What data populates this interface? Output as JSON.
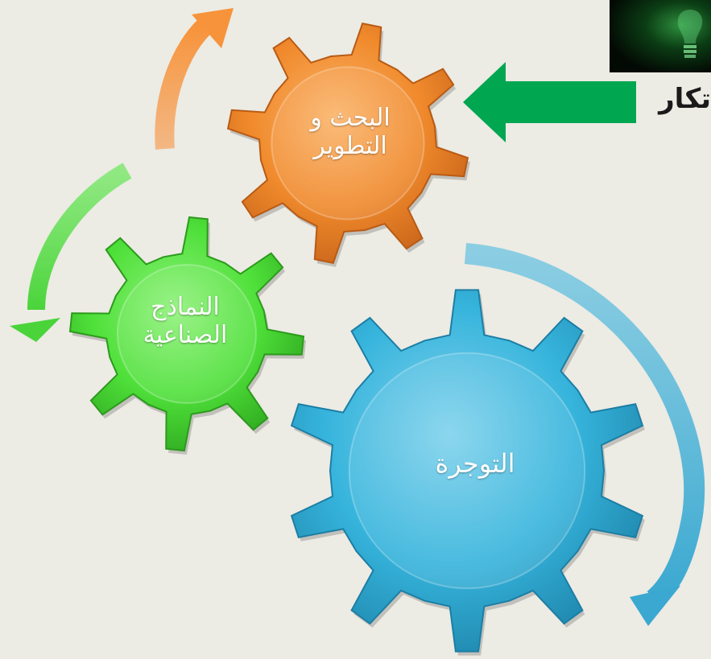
{
  "gears": {
    "research": {
      "label": "البحث و\nالتطوير",
      "color": "#f0882a"
    },
    "prototypes": {
      "label": "النماذج\nالصناعية",
      "color": "#4fe03a"
    },
    "commerce": {
      "label": "التوجرة",
      "color": "#36b4dc"
    }
  },
  "title_fragment": "تكار",
  "colors": {
    "background": "#ecebe4",
    "pointer_arrow": "#00a650",
    "arrow_orange": "#f6a15a",
    "arrow_green": "#5fe050",
    "arrow_blue": "#55b9d8"
  },
  "photo": {
    "icon": "light-bulb-icon"
  }
}
